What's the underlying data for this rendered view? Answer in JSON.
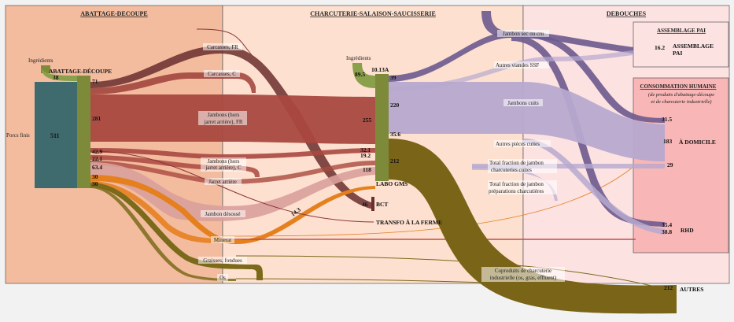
{
  "sections": {
    "abattage": "ABATTAGE-DECOUPE",
    "charcuterie": "CHARCUTERIE-SALAISON-SAUCISSERIE",
    "debouches": "DEBOUCHES",
    "assemblage": "ASSEMBLAGE PAI",
    "consommation": "CONSOMMATION HUMAINE",
    "consommation_note_1": "(de produits d'abattage-découpe",
    "consommation_note_2": "et de charcuterie industrielle)"
  },
  "nodes": {
    "ingredients_1": "Ingrédients",
    "ingredients_1_value": "38",
    "porcs_finis": "Porcs finis",
    "porcs_finis_value": "511",
    "abattage_decoupe": "ABATTAGE-DÉCOUPE",
    "ingredients_2": "Ingrédients",
    "ingredients_2_value": "89.5",
    "labo_gms": "LABO GMS",
    "bct": "BCT",
    "bct_value": "46",
    "transfo_ferme": "TRANSFO À LA FERME",
    "assemblage_pai": "ASSEMBLAGE PAI",
    "assemblage_pai_value": "16.2",
    "a_domicile": "À DOMICILE",
    "rhd": "RHD",
    "autres": "AUTRES",
    "autres_value": "212"
  },
  "flow_labels": {
    "carcasses_fr": "Carcasses, FR",
    "carcasses_c": "Carcasses, C",
    "jambons_fr_1": "Jambons (hors",
    "jambons_fr_2": "jarret arrière), FR",
    "jambons_c_1": "Jambons (hors",
    "jambons_c_2": "jarret arrière), C",
    "jarret_arriere": "Jarret arrière",
    "jambon_desosse": "Jambon désossé",
    "minerai": "Minerai",
    "graisses": "Graisses, fondues",
    "os": "Os",
    "jambon_sec": "Jambon sec ou cru",
    "autres_viandes": "Autres viandes SSF",
    "jambons_cuits": "Jambons cuits",
    "autres_pieces": "Autres pièces cuites",
    "total_jambon_1": "Total fraction de jambon",
    "total_jambon_2": "charcuteries cuites",
    "total_prep_1": "Total fraction de jambon",
    "total_prep_2": "préparations charcutières",
    "coproduits_1": "Coproduits de charcuterie",
    "coproduits_2": "industrielle (os, gras, effluent)"
  },
  "values": {
    "v71": "71",
    "v281": "281",
    "v42_9": "42.9",
    "v22_1": "22.1",
    "v63_4": "63.4",
    "v30a": "30",
    "v30b": "30",
    "v10_13a": "10.13A",
    "v39": "39",
    "v220": "220",
    "v35_6": "35.6",
    "v212": "212",
    "v255": "255",
    "v32_1": "32.1",
    "v19_2": "19.2",
    "v118": "118",
    "v14_3": "14.3",
    "v31_5": "31.5",
    "v183": "183",
    "v29": "29",
    "v35_4": "35.4",
    "v38_8": "38.8"
  },
  "colors": {
    "abattage_bg": "#f3bc9f",
    "charcuterie_bg": "#fde0cf",
    "debouches_bg": "#fde2e2",
    "consommation_bg": "#f8b6b6",
    "carcasse_dark": "#6a2e2e",
    "carcasse": "#8b3535",
    "jambon": "#a9483f",
    "jambon_light": "#d9a09b",
    "minerai": "#e5801f",
    "graisses": "#7a6a1a",
    "olive": "#7d8a3a",
    "teal": "#3f6b6f",
    "purple": "#6d5a8e",
    "lavender": "#b7a9cf",
    "coproduit": "#7a6418"
  }
}
